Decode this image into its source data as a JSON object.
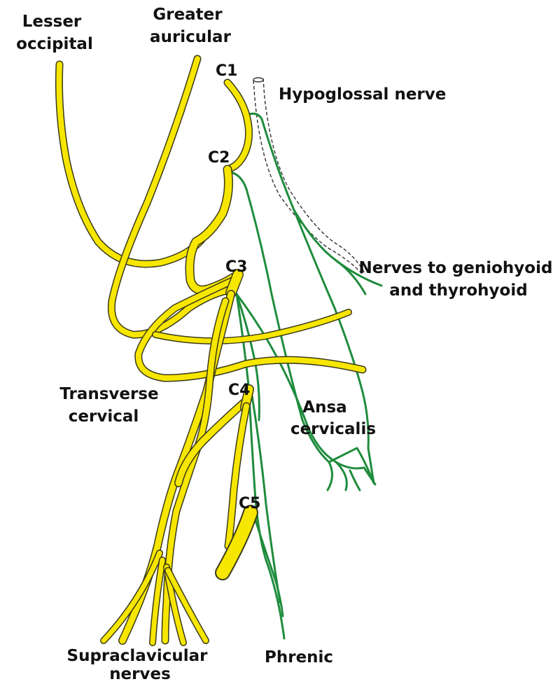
{
  "colors": {
    "nerve_yellow": "#f7e600",
    "nerve_outline": "#3a3a1a",
    "nerve_green": "#1e8c3c",
    "text": "#111111",
    "hypoglossal_outline": "#333333"
  },
  "labels": {
    "lesser_occipital": [
      "Lesser",
      "occipital"
    ],
    "greater_auricular": [
      "Greater",
      "auricular"
    ],
    "c1": "C1",
    "c2": "C2",
    "c3": "C3",
    "c4": "C4",
    "c5": "C5",
    "hypoglossal": "Hypoglossal nerve",
    "geniohyoid": [
      "Nerves to geniohyoid",
      "and thyrohyoid"
    ],
    "transverse_cervical": [
      "Transverse",
      "cervical"
    ],
    "ansa_cervicalis": [
      "Ansa",
      "cervicalis"
    ],
    "supraclavicular": [
      "Supraclavicular",
      "nerves"
    ],
    "phrenic": "Phrenic"
  }
}
